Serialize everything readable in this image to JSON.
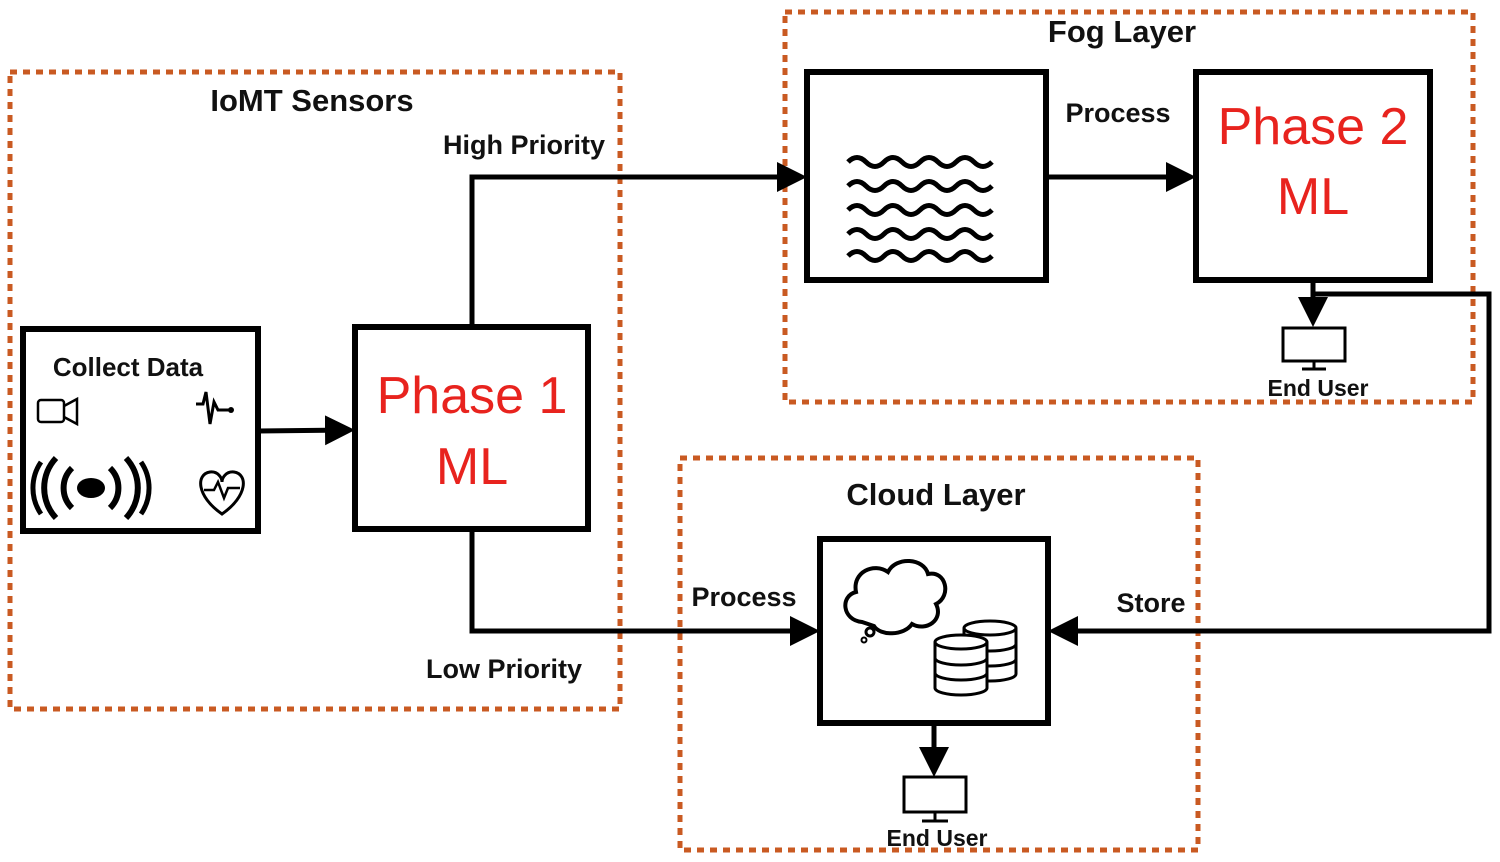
{
  "regions": {
    "iomt": "IoMT Sensors",
    "fog": "Fog Layer",
    "cloud": "Cloud Layer"
  },
  "boxes": {
    "collect": "Collect Data",
    "phase1": {
      "line1": "Phase 1",
      "line2": "ML"
    },
    "phase2": {
      "line1": "Phase 2",
      "line2": "ML"
    }
  },
  "flows": {
    "high_priority": "High Priority",
    "low_priority": "Low Priority",
    "fog_process": "Process",
    "cloud_process": "Process",
    "store": "Store"
  },
  "end_users": {
    "fog": "End User",
    "cloud": "End User"
  },
  "icons": [
    "camera-icon",
    "ecg-pulse-icon",
    "wireless-signal-icon",
    "heart-pulse-icon",
    "wave-lines-icon",
    "cloud-icon",
    "database-icon",
    "monitor-icon"
  ],
  "colors": {
    "region_border": "#c95a22",
    "ml_text": "#e8231e"
  }
}
